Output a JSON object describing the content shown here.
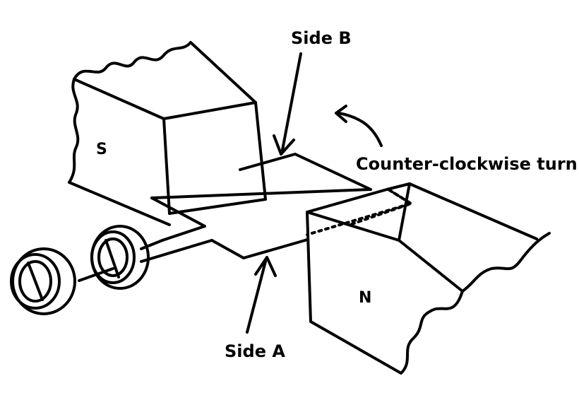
{
  "labels": {
    "side_b": "Side B",
    "side_a": "Side A",
    "turn": "Counter-clockwise turn",
    "south_pole": "S",
    "north_pole": "N"
  },
  "colors": {
    "ink": "#000000",
    "background": "#ffffff"
  }
}
